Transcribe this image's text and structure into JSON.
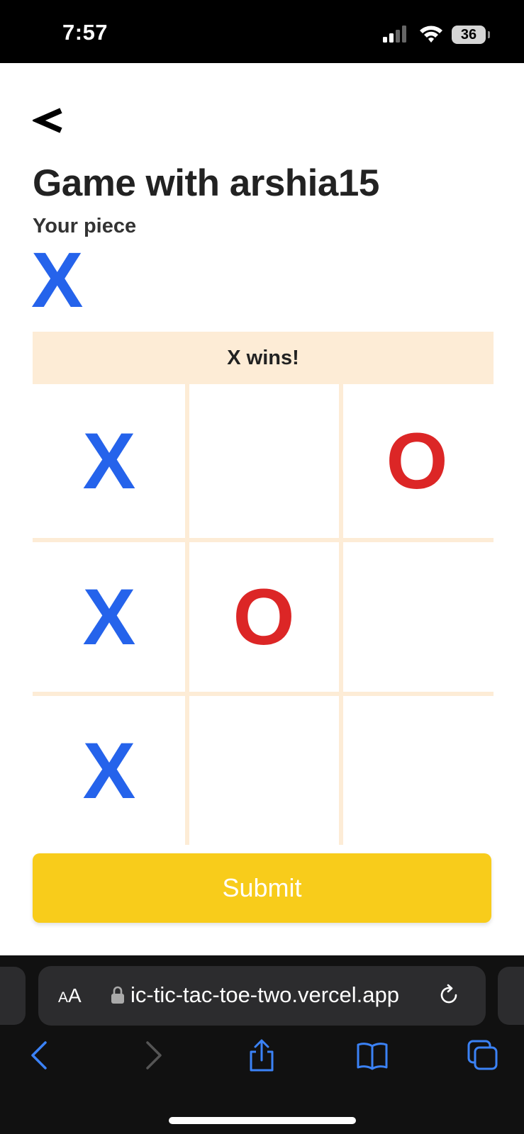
{
  "status_bar": {
    "time": "7:57",
    "battery_level": "36",
    "icons": [
      "signal-icon",
      "wifi-icon",
      "battery-icon"
    ]
  },
  "page": {
    "back_label": "<",
    "title": "Game with arshia15",
    "piece_label": "Your piece",
    "piece_value": "X",
    "result": "X wins!",
    "board": [
      [
        "X",
        "",
        "O"
      ],
      [
        "X",
        "O",
        ""
      ],
      [
        "X",
        "",
        ""
      ]
    ],
    "submit_label": "Submit"
  },
  "browser": {
    "text_size_label_small": "A",
    "text_size_label_large": "A",
    "url": "ic-tic-tac-toe-two.vercel.app",
    "toolbar_icons": [
      "back-icon",
      "forward-icon",
      "share-icon",
      "bookmarks-icon",
      "tabs-icon"
    ]
  },
  "colors": {
    "x_piece": "#2563eb",
    "o_piece": "#dc2626",
    "banner": "#fdecd6",
    "submit": "#f8cc1b"
  }
}
